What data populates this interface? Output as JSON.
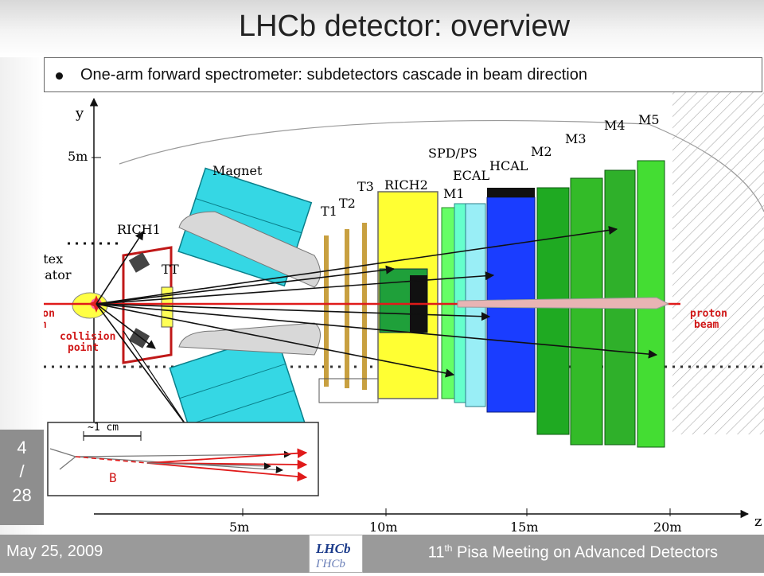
{
  "slide": {
    "title": "LHCb detector: overview",
    "bullet": "One-arm forward spectrometer: subdetectors cascade in beam direction",
    "page_number": "4",
    "page_separator": "/",
    "page_total": "28",
    "footer_date": "May 25, 2009",
    "footer_meeting_prefix": "11",
    "footer_meeting_sup": "th",
    "footer_meeting_rest": " Pisa Meeting on Advanced Detectors"
  },
  "logo": {
    "text_top": "LHCb",
    "text_bottom": "ΓHCb"
  },
  "axes": {
    "y_label": "y",
    "y_tick": "5m",
    "z_label": "z",
    "z_ticks": [
      "5m",
      "10m",
      "15m",
      "20m"
    ]
  },
  "components": {
    "magnet": "Magnet",
    "rich1": "RICH1",
    "vertex_line1": "Vertex",
    "vertex_line2": "Locator",
    "tt": "TT",
    "t1": "T1",
    "t2": "T2",
    "t3": "T3",
    "rich2": "RICH2",
    "spd_ps": "SPD/PS",
    "ecal": "ECAL",
    "hcal": "HCAL",
    "m1": "M1",
    "m2": "M2",
    "m3": "M3",
    "m4": "M4",
    "m5": "M5"
  },
  "annotations": {
    "proton_beam_left_1": "proton",
    "proton_beam_left_2": "beam",
    "proton_beam_right_1": "proton",
    "proton_beam_right_2": "beam",
    "collision_1": "collision",
    "collision_2": "point"
  },
  "inset": {
    "scale_label": "~1 cm",
    "particle_label": "B"
  },
  "colors": {
    "magnet": "#35d7e4",
    "rich": "#ffff33",
    "tracker": "#c8a040",
    "spd": "#66ff66",
    "ecal": "#99eef6",
    "hcal": "#1a3dff",
    "muon_dark": "#1faa22",
    "muon_light": "#44dd33",
    "beam": "#e01a1a",
    "label_red": "#d01818"
  }
}
